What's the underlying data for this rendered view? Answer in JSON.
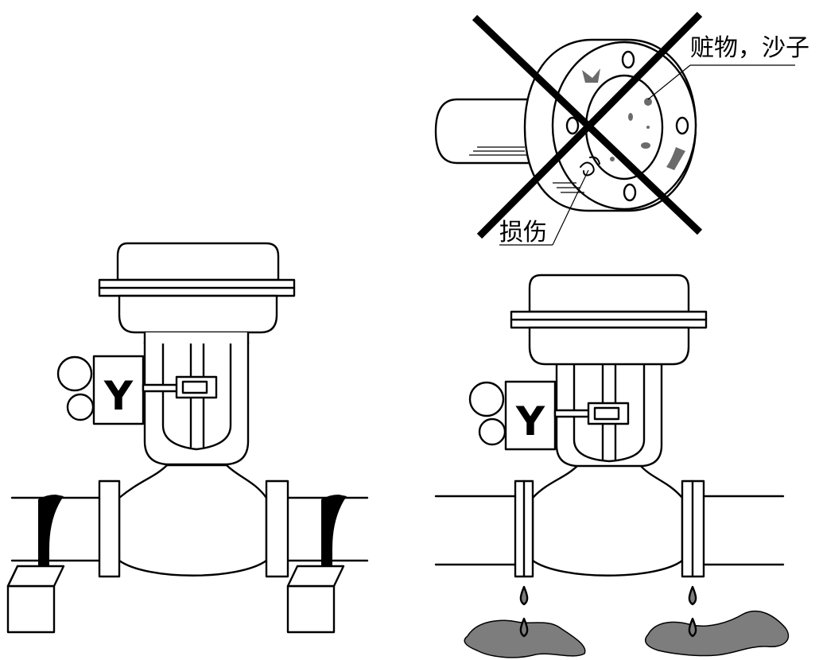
{
  "labels": {
    "dirt_sand": "赃物，沙子",
    "damage": "损伤"
  },
  "valves": {
    "left_marker": "Y",
    "right_marker": "Y"
  },
  "colors": {
    "ink": "#000000",
    "background": "#ffffff",
    "puddle": "#7d7d7d",
    "dirt": "#6b6b6b"
  },
  "icons": {
    "prohibited": "x-mark"
  }
}
